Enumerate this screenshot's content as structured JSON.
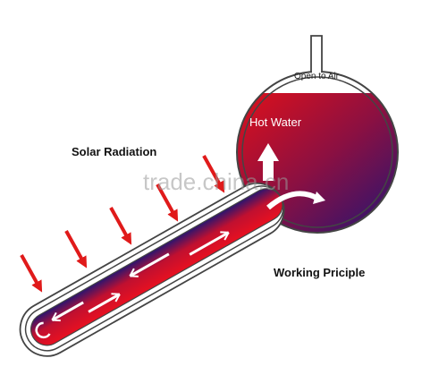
{
  "labels": {
    "open_to_air": "Open to Air",
    "hot_water": "Hot Water",
    "solar_radiation": "Solar Radiation",
    "working_principle": "Working Priciple",
    "watermark": "trade.china.cn"
  },
  "colors": {
    "hot": "#e0101a",
    "cold": "#1c1577",
    "radiation_arrow": "#e01a1a",
    "outline": "#444444"
  },
  "radiation_arrows_count": 5
}
